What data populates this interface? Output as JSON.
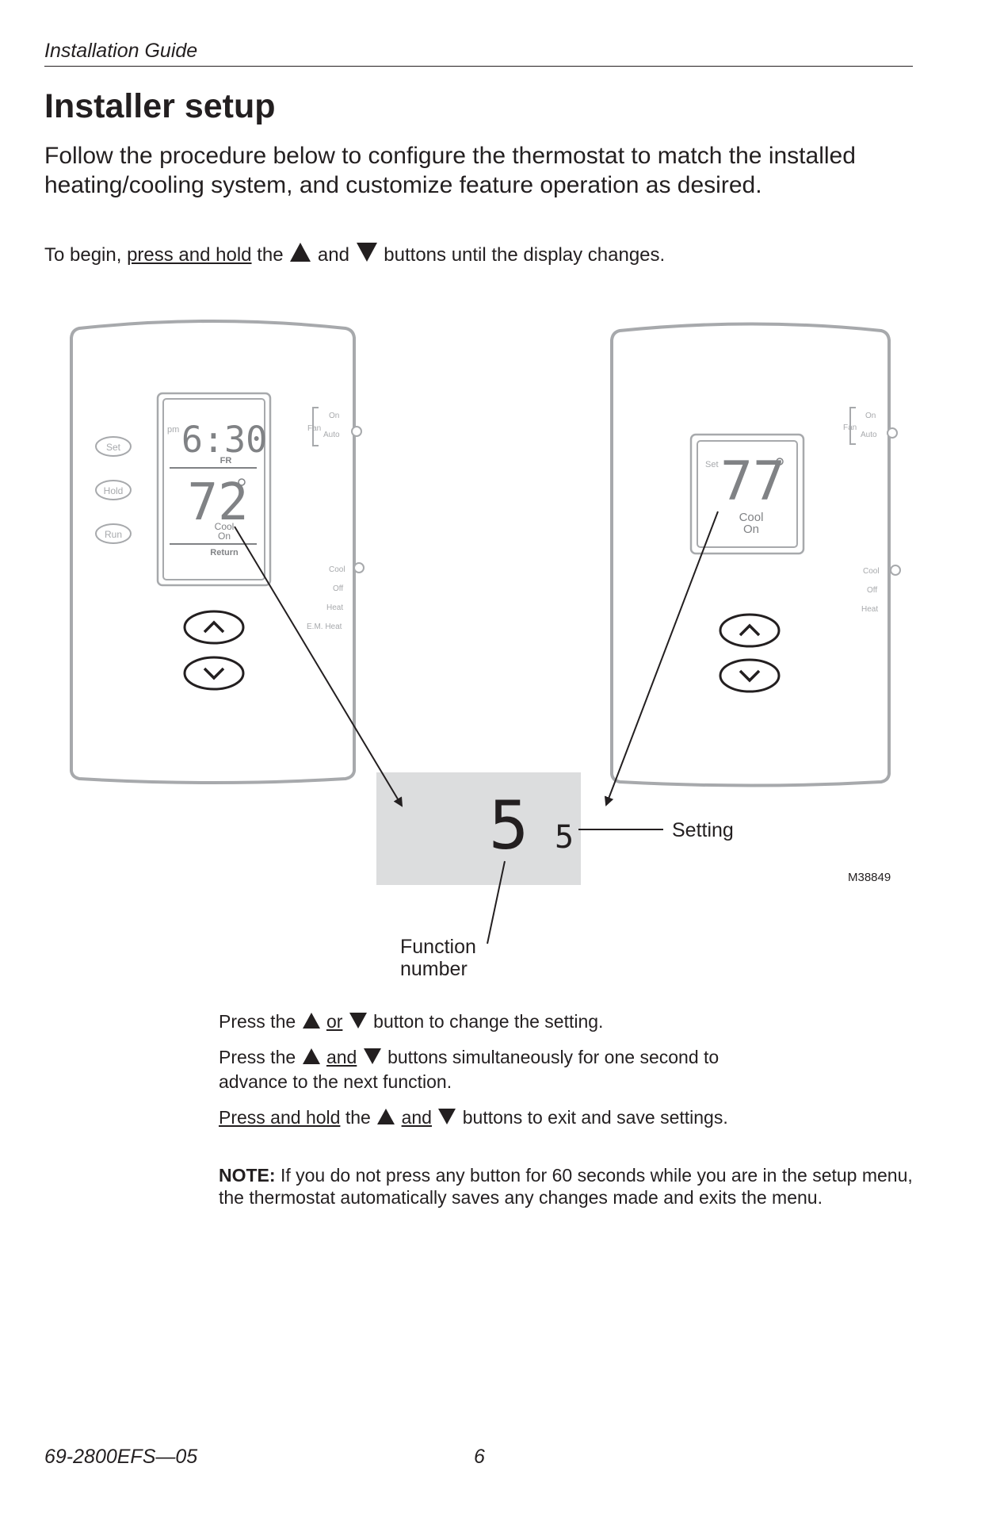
{
  "header": {
    "label": "Installation Guide"
  },
  "title": "Installer setup",
  "intro": "Follow the procedure below to configure the thermostat to match the installed heating/cooling system, and customize feature operation as desired.",
  "begin": {
    "prefix": "To begin, ",
    "link": "press and hold",
    "mid1": " the ",
    "mid2": " and ",
    "suffix": " buttons until the display changes."
  },
  "left_thermostat": {
    "buttons": [
      "Set",
      "Hold",
      "Run"
    ],
    "fan_label": "Fan",
    "fan_options": [
      "On",
      "Auto"
    ],
    "time_period": "pm",
    "time": "6:30",
    "day": "FR",
    "temperature": "72",
    "mode_top": "Cool",
    "mode_bottom": "On",
    "sensor": "Return",
    "system_options": [
      "Cool",
      "Off",
      "Heat",
      "E.M. Heat"
    ]
  },
  "right_thermostat": {
    "fan_label": "Fan",
    "fan_options": [
      "On",
      "Auto"
    ],
    "set_label": "Set",
    "temperature": "77",
    "mode_top": "Cool",
    "mode_bottom": "On",
    "system_options": [
      "Cool",
      "Off",
      "Heat"
    ]
  },
  "setup_display": {
    "function_number": "5",
    "setting": "5"
  },
  "callouts": {
    "setting": "Setting",
    "function_line1": "Function",
    "function_line2": "number"
  },
  "figure_id": "M38849",
  "instructions": {
    "line1": {
      "a": "Press the ",
      "or": "or",
      "b": " button to change the setting."
    },
    "line2": {
      "a": "Press the ",
      "and": "and",
      "b": " buttons simultaneously for one second to",
      "c": "advance to the next function."
    },
    "line3": {
      "link": "Press and hold",
      "a": " the ",
      "and": "and",
      "b": " buttons to exit and save settings."
    }
  },
  "note": {
    "label": "NOTE:",
    "text": " If you do not press any button for 60 seconds while you are in the setup menu, the thermostat automatically saves any changes made and exits the menu."
  },
  "footer": {
    "doc_number": "69-2800EFS—05",
    "page": "6"
  }
}
